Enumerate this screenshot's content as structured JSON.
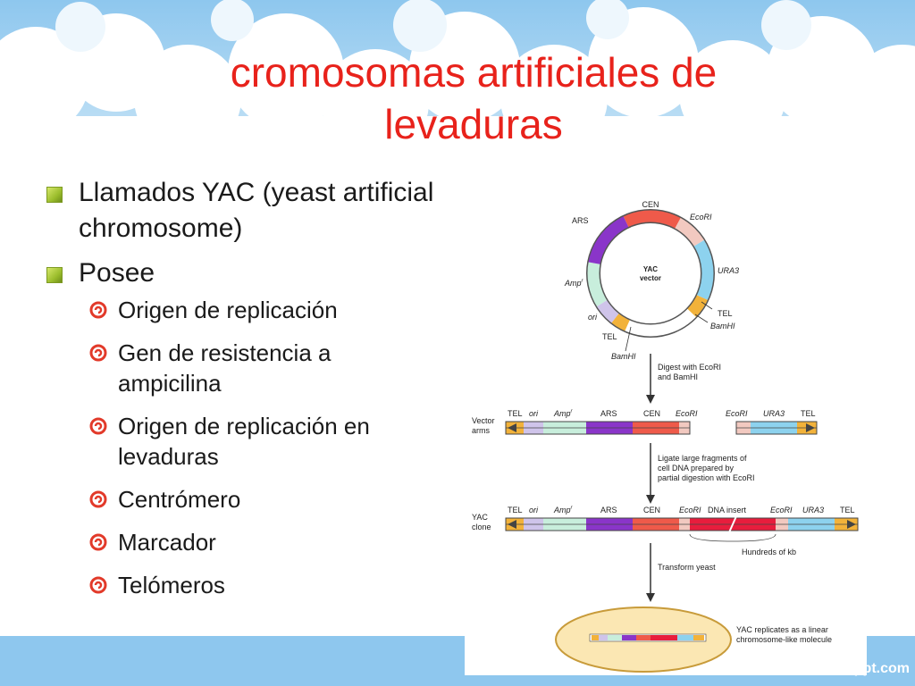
{
  "slide": {
    "title_line1": "cromosomas artificiales de",
    "title_line2": "levaduras",
    "bullets": [
      {
        "text": "Llamados YAC (yeast artificial chromosome)"
      },
      {
        "text": "Posee",
        "sub": [
          "Origen de replicación",
          "Gen de resistencia a ampicilina",
          "Origen de replicación en levaduras",
          "Centrómero",
          "Marcador",
          "Telómeros"
        ]
      }
    ],
    "watermark": "ppt.com"
  },
  "colors": {
    "title": "#e8221b",
    "sky": "#8ec7ee",
    "cen": "#ef5a4a",
    "ecori": "#f2c9c0",
    "ura3": "#8dd2ee",
    "tel": "#f2b23a",
    "ori": "#cfc4ea",
    "amp": "#c8eedc",
    "ars": "#8a35c9",
    "insert": "#e81d3d",
    "cell": "#fbe7b3"
  },
  "diagram": {
    "circle": {
      "center_label_1": "YAC",
      "center_label_2": "vector",
      "labels": {
        "cen": "CEN",
        "ecori": "EcoRI",
        "ars": "ARS",
        "ura3": "URA3",
        "amp_base": "Amp",
        "amp_sup": "r",
        "tel_right": "TEL",
        "bamhi_right": "BamHI",
        "ori": "ori",
        "tel_left": "TEL",
        "bamhi_left": "BamHI"
      }
    },
    "step1": "Digest with EcoRI and BamHI",
    "step1_line1": "Digest with EcoRI",
    "step1_line2": "and BamHI",
    "vector_arms_1": "Vector",
    "vector_arms_2": "arms",
    "row1_labels": {
      "tel": "TEL",
      "ori": "ori",
      "amp": "Amp",
      "amp_sup": "r",
      "ars": "ARS",
      "cen": "CEN",
      "ecori": "EcoRI",
      "ecori2": "EcoRI",
      "ura3": "URA3",
      "tel2": "TEL"
    },
    "step2_line1": "Ligate large fragments of",
    "step2_line2": "cell DNA prepared by",
    "step2_line3": "partial digestion with EcoRI",
    "yac_clone_1": "YAC",
    "yac_clone_2": "clone",
    "row2_labels": {
      "tel": "TEL",
      "ori": "ori",
      "amp": "Amp",
      "amp_sup": "r",
      "ars": "ARS",
      "cen": "CEN",
      "ecori": "EcoRI",
      "insert": "DNA insert",
      "ecori2": "EcoRI",
      "ura3": "URA3",
      "tel2": "TEL"
    },
    "hundreds": "Hundreds of kb",
    "step3": "Transform yeast",
    "replicates_line1": "YAC replicates as a linear",
    "replicates_line2": "chromosome-like molecule"
  }
}
